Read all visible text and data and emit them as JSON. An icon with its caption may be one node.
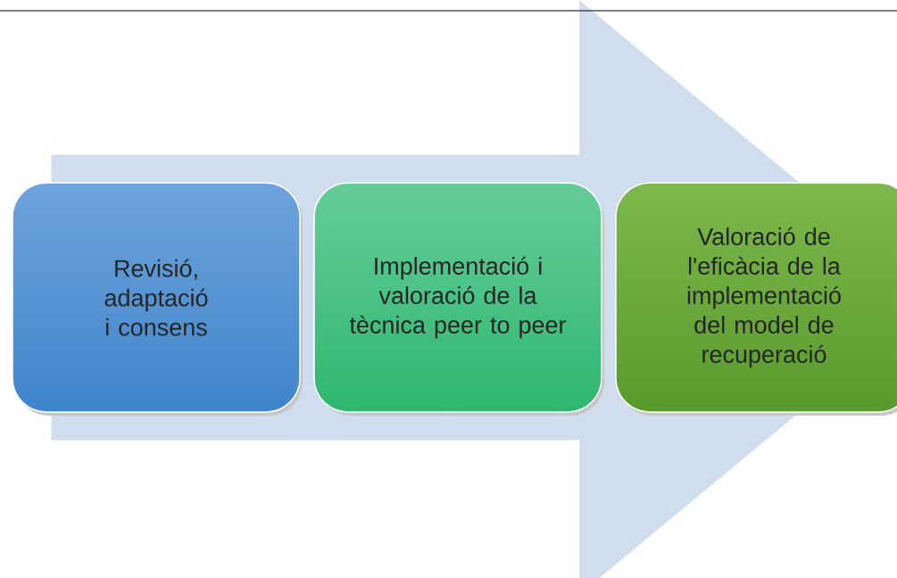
{
  "diagram": {
    "nodes": [
      {
        "text": [
          "Revisió, adaptació i consens"
        ]
      },
      {
        "text": [
          "Implementació i valoració de la tècnica peer to peer"
        ]
      },
      {
        "text": [
          "Valoració de l'eficàcia de la implementació del model de recuperació"
        ]
      }
    ],
    "edges": [
      {
        "from": 0,
        "to": 2,
        "arrow": "to"
      }
    ]
  }
}
